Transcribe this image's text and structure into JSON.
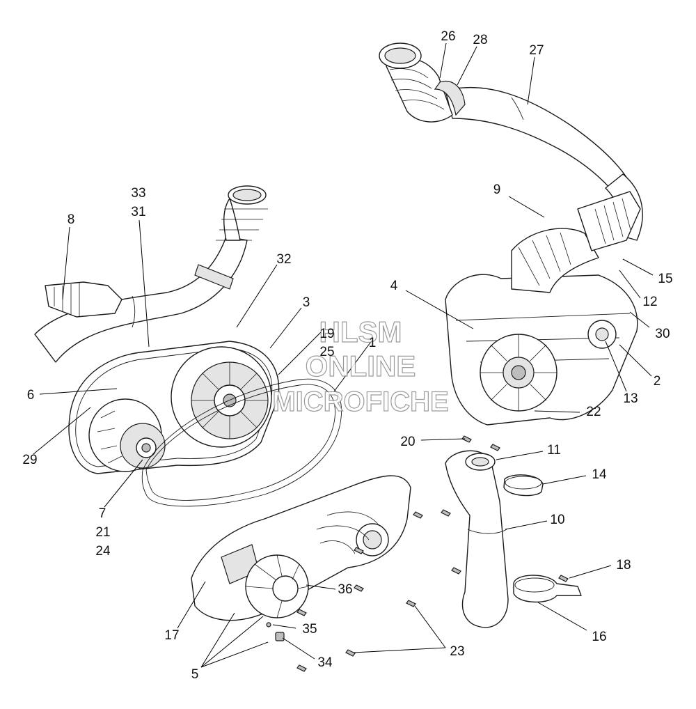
{
  "diagram": {
    "callouts": {
      "c26": "26",
      "c28": "28",
      "c27": "27",
      "c9": "9",
      "c15": "15",
      "c12": "12",
      "c30": "30",
      "c4": "4",
      "c2": "2",
      "c13": "13",
      "c22": "22",
      "c33": "33",
      "c31": "31",
      "c8": "8",
      "c32": "32",
      "c3": "3",
      "c19": "19",
      "c25": "25",
      "c1": "1",
      "c6": "6",
      "c29": "29",
      "c7": "7",
      "c21": "21",
      "c24": "24",
      "c20": "20",
      "c11": "11",
      "c14": "14",
      "c10": "10",
      "c18": "18",
      "c16": "16",
      "c36": "36",
      "c17": "17",
      "c35": "35",
      "c34": "34",
      "c5": "5",
      "c23": "23"
    },
    "watermark": {
      "line1": "HLSM",
      "line2": "ONLINE",
      "line3": "MICROFICHE"
    }
  }
}
